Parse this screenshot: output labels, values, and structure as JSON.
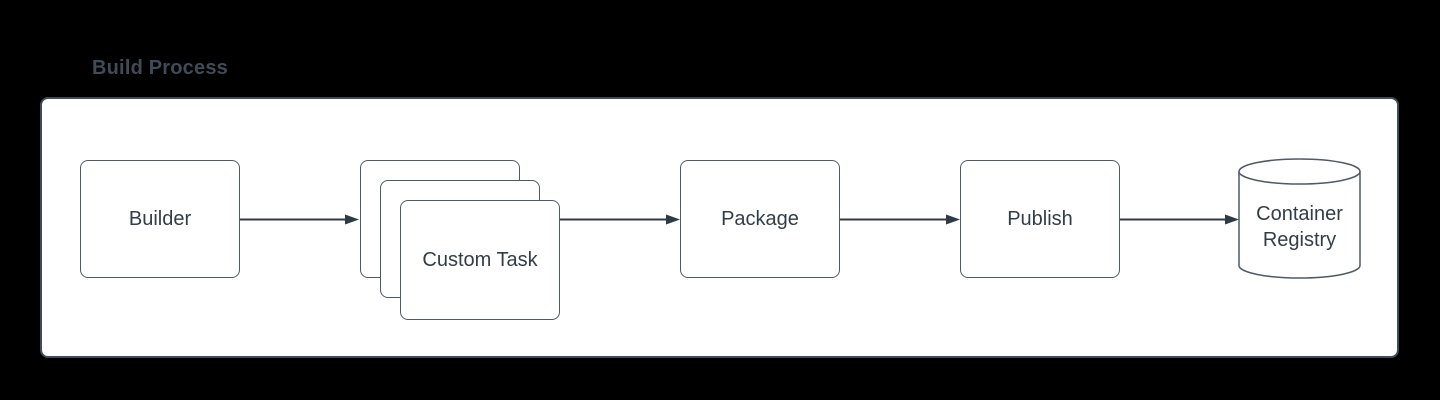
{
  "title": "Build Process",
  "diagram": {
    "nodes": {
      "builder": {
        "label": "Builder",
        "shape": "rounded-rectangle"
      },
      "custom_task": {
        "label": "Custom Task",
        "shape": "stacked-rounded-rectangles",
        "stack_count": 3
      },
      "package": {
        "label": "Package",
        "shape": "rounded-rectangle"
      },
      "publish": {
        "label": "Publish",
        "shape": "rounded-rectangle"
      },
      "container_registry": {
        "label": "Container Registry",
        "shape": "cylinder"
      }
    },
    "flow": [
      "builder",
      "custom_task",
      "package",
      "publish",
      "container_registry"
    ],
    "connector_style": "horizontal-arrow-right"
  },
  "colors": {
    "page_background": "#000000",
    "canvas_background": "#ffffff",
    "canvas_border": "#414c59",
    "shape_border": "#4e5a66",
    "connector": "#2e3a46",
    "text": "#333d49",
    "title_text": "#3f4b57"
  }
}
